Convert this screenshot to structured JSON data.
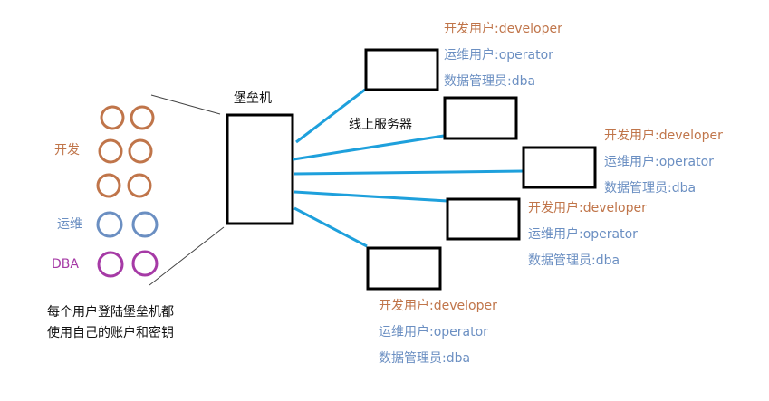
{
  "title": "堡垒机",
  "servers_label": "线上服务器",
  "groups": [
    {
      "label": "开发",
      "count": 6,
      "color": "#c0754a"
    },
    {
      "label": "运维",
      "count": 2,
      "color": "#6b8fc2"
    },
    {
      "label": "DBA",
      "count": 2,
      "color": "#a63aa6"
    }
  ],
  "note": [
    "每个用户登陆堡垒机都",
    "使用自己的账户和密钥"
  ],
  "accounts": [
    {
      "text": "开发用户:developer",
      "color": "#c0754a"
    },
    {
      "text": "运维用户:operator",
      "color": "#6b8fc2"
    },
    {
      "text": "数据管理员:dba",
      "color": "#6b8fc2"
    }
  ],
  "server_account_lists": [
    [
      "开发用户:developer",
      "运维用户:operator",
      "数据管理员:dba"
    ],
    [
      "开发用户:developer",
      "运维用户:operator",
      "数据管理员:dba"
    ],
    [
      "开发用户:developer",
      "运维用户:operator",
      "数据管理员:dba"
    ],
    [
      "开发用户:developer",
      "运维用户:operator",
      "数据管理员:dba"
    ]
  ],
  "colors": {
    "connection": "#1ea0dc",
    "box": "#000000"
  }
}
